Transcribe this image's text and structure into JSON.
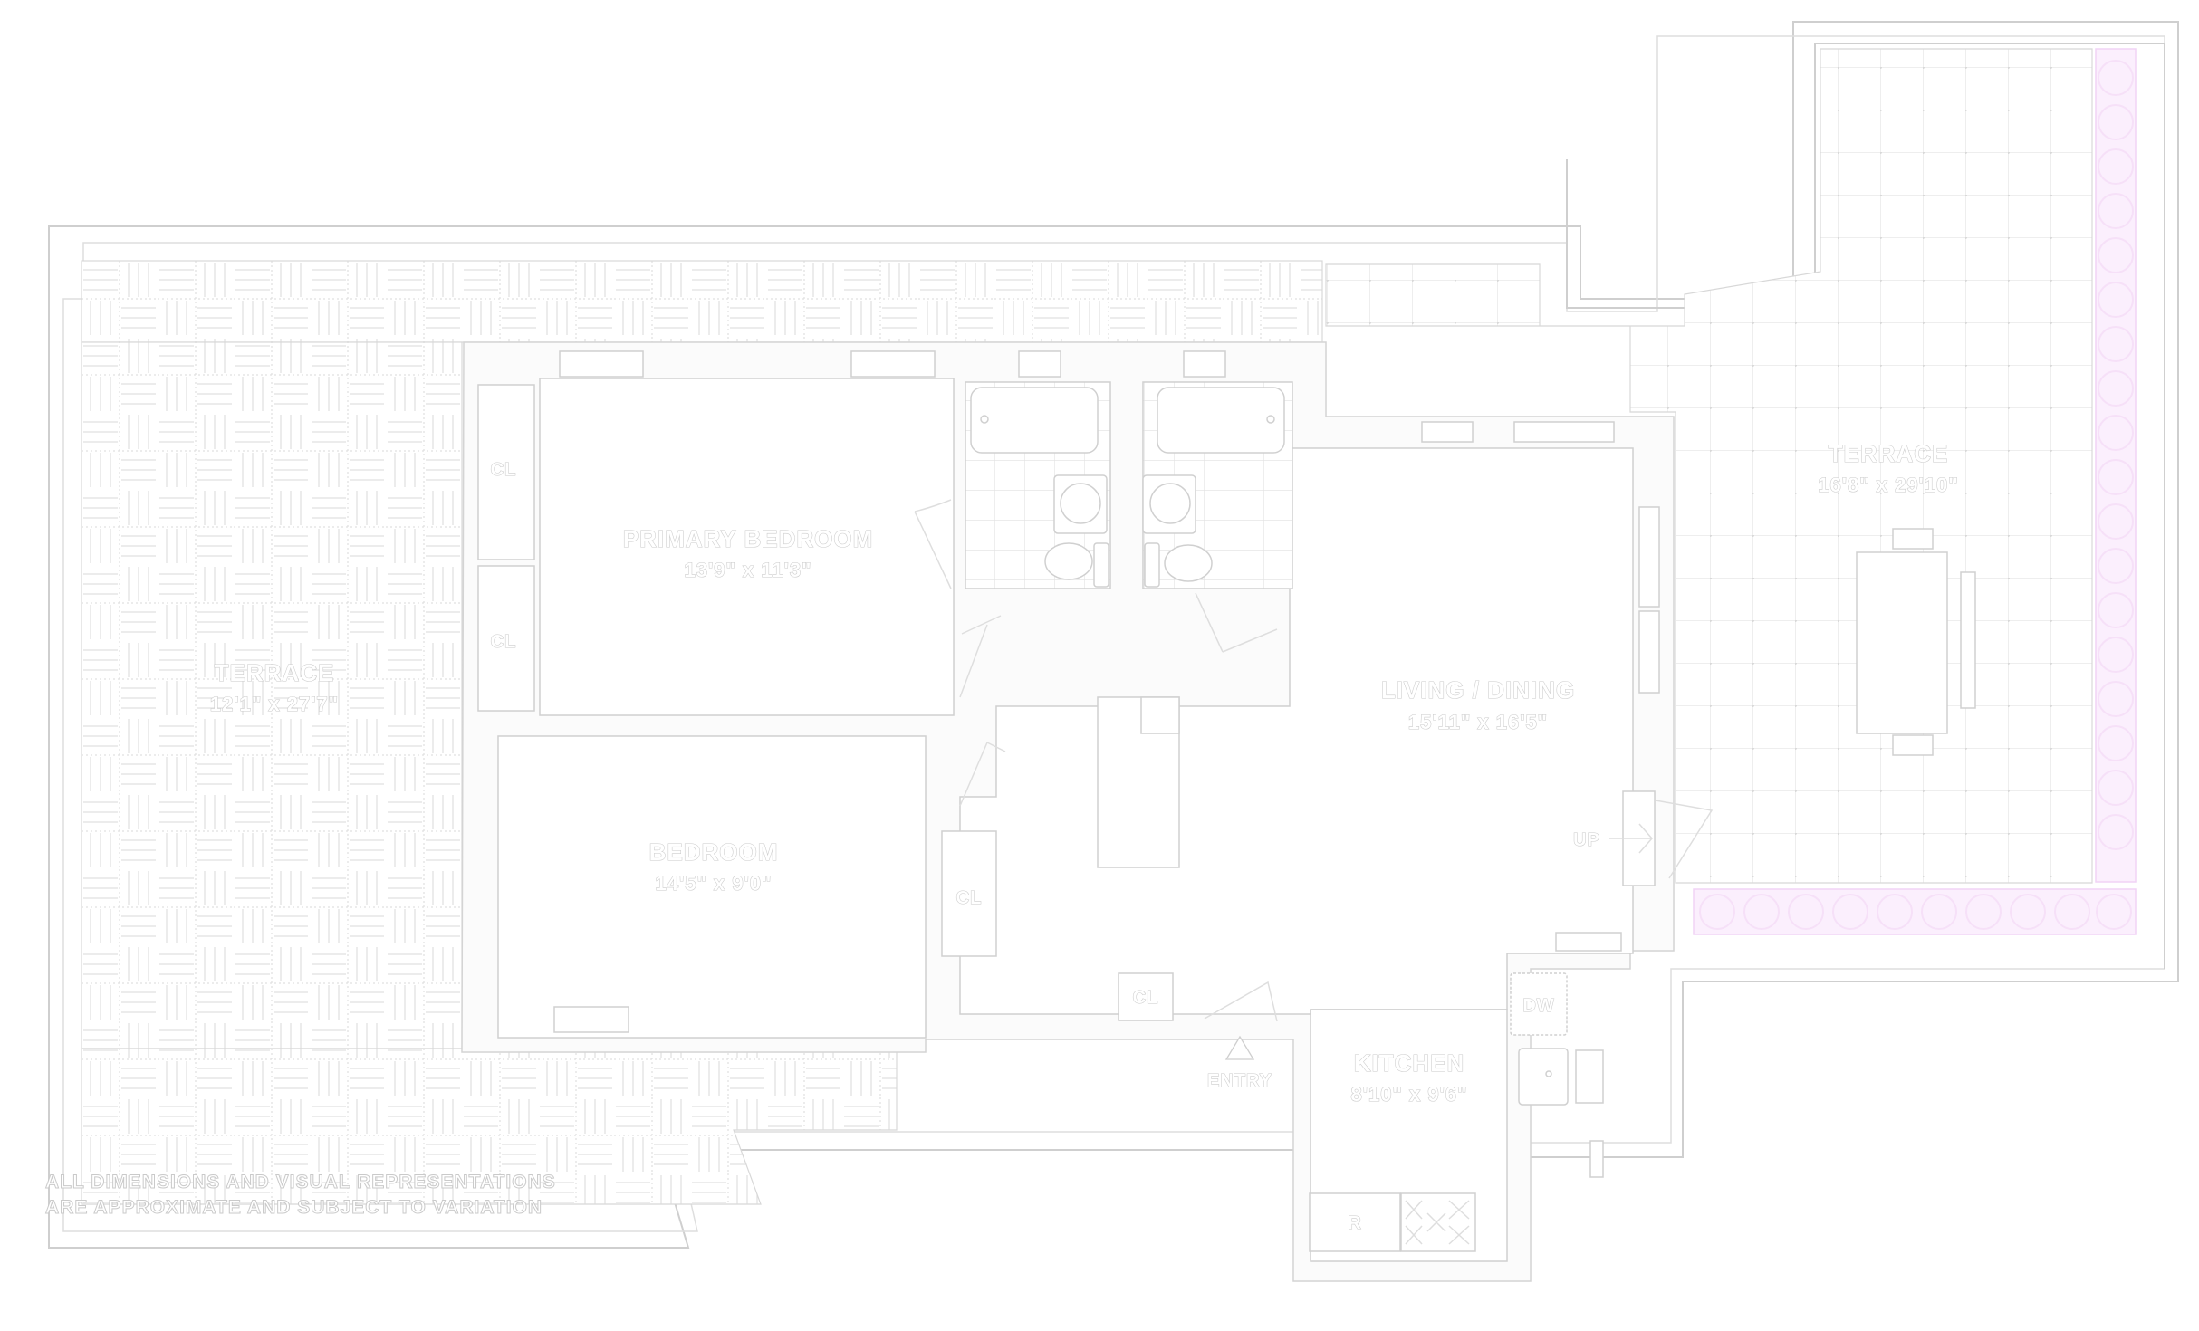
{
  "floorplan": {
    "rooms": [
      {
        "id": "terrace-west",
        "name": "TERRACE",
        "dimensions": "12'1\" x 27'7\""
      },
      {
        "id": "primary-bedroom",
        "name": "PRIMARY BEDROOM",
        "dimensions": "13'9\" x 11'3\""
      },
      {
        "id": "bedroom",
        "name": "BEDROOM",
        "dimensions": "14'5\" x 9'0\""
      },
      {
        "id": "living-dining",
        "name": "LIVING / DINING",
        "dimensions": "15'11\" x 16'5\""
      },
      {
        "id": "kitchen",
        "name": "KITCHEN",
        "dimensions": "8'10\" x 9'6\""
      },
      {
        "id": "terrace-east",
        "name": "TERRACE",
        "dimensions": "16'8\" x 29'10\""
      }
    ],
    "closets": [
      "CL",
      "CL",
      "CL",
      "CL"
    ],
    "appliances": {
      "dishwasher": "DW",
      "refrigerator": "R"
    },
    "markers": {
      "entry": "ENTRY",
      "stairs_up": "UP"
    },
    "disclaimer": {
      "line1": "ALL DIMENSIONS AND VISUAL REPRESENTATIONS",
      "line2": "ARE APPROXIMATE AND SUBJECT TO VARIATION"
    },
    "colors": {
      "line": "#cfcfcf",
      "label_outline": "#cacaca",
      "planter": "#fbeffd",
      "background": "#ffffff"
    }
  }
}
